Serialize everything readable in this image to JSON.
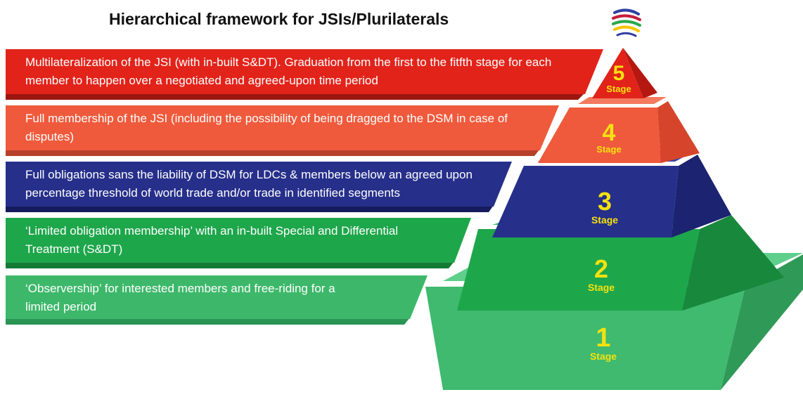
{
  "title": "Hierarchical framework for JSIs/Plurilaterals",
  "logo": {
    "icon": "wto-logo-icon",
    "colors": [
      "#2f3fa3",
      "#c41e3a",
      "#2aa84a",
      "#f5c400"
    ]
  },
  "stage_word": "Stage",
  "stages": [
    {
      "number": "5",
      "text": "Multilateralization of the JSI (with in-built S&DT). Graduation from the first to the fitfth stage for each member to happen over a negotiated and agreed-upon time period",
      "color": "#e2231a"
    },
    {
      "number": "4",
      "text": "Full membership of the JSI (including the possibility of being dragged to the DSM in case of disputes)",
      "color": "#ef5a3c"
    },
    {
      "number": "3",
      "text": "Full obligations sans the liability of DSM for LDCs & members below an agreed upon percentage threshold of world trade and/or trade in identified segments",
      "color": "#262f8a"
    },
    {
      "number": "2",
      "text": "‘Limited obligation membership’ with an in-built Special and Differential Treatment  (S&DT)",
      "color": "#1ea64b"
    },
    {
      "number": "1",
      "text": "‘Observership’ for interested members and free-riding for a limited period",
      "color": "#3db86a"
    }
  ],
  "number_color": "#f5e20f"
}
